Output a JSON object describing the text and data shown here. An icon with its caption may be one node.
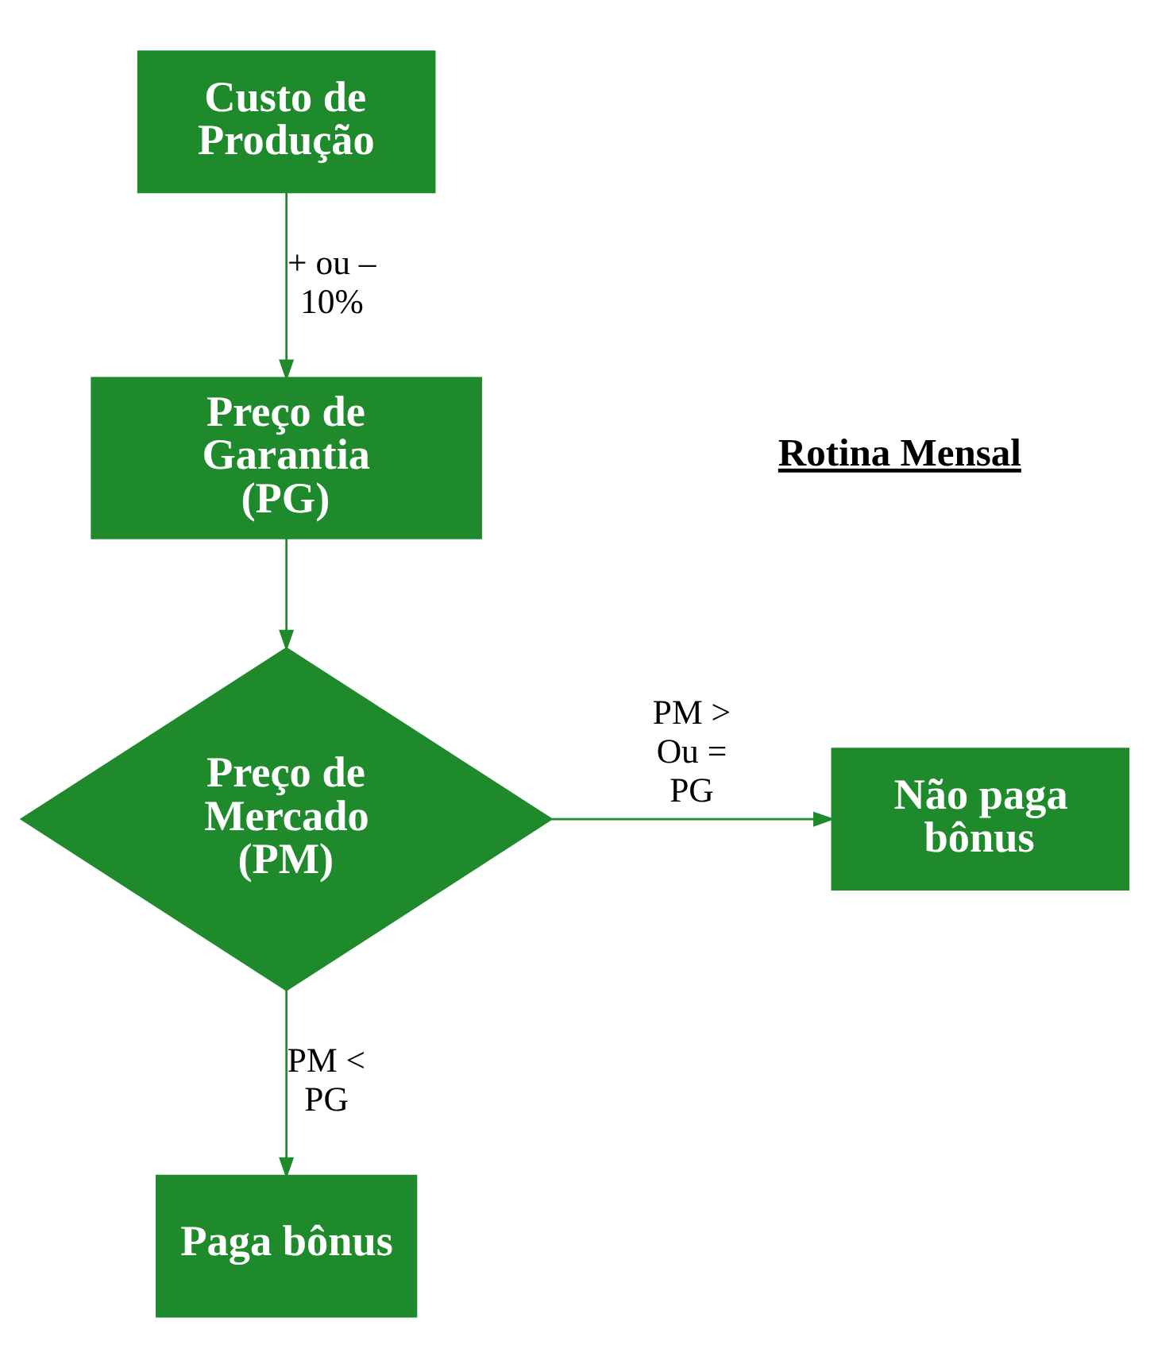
{
  "diagram": {
    "nodes": [
      {
        "text": [
          "Custo de Produção"
        ]
      },
      {
        "text": [
          "Preço de Garantia (PG)"
        ]
      },
      {
        "text": [
          "Preço de Mercado (PM)"
        ]
      },
      {
        "text": [
          "Não paga bônus"
        ]
      },
      {
        "text": [
          "Paga bônus"
        ]
      }
    ],
    "edges": [
      {
        "from": 0,
        "to": 1,
        "arrow": "to",
        "label": "+ ou – 10%"
      },
      {
        "from": 1,
        "to": 2,
        "arrow": "to"
      },
      {
        "from": 2,
        "to": 3,
        "arrow": "to",
        "label": "PM > Ou = PG"
      },
      {
        "from": 2,
        "to": 4,
        "arrow": "to",
        "label": "PM < PG"
      }
    ],
    "labels": [
      "Rotina Mensal"
    ]
  }
}
